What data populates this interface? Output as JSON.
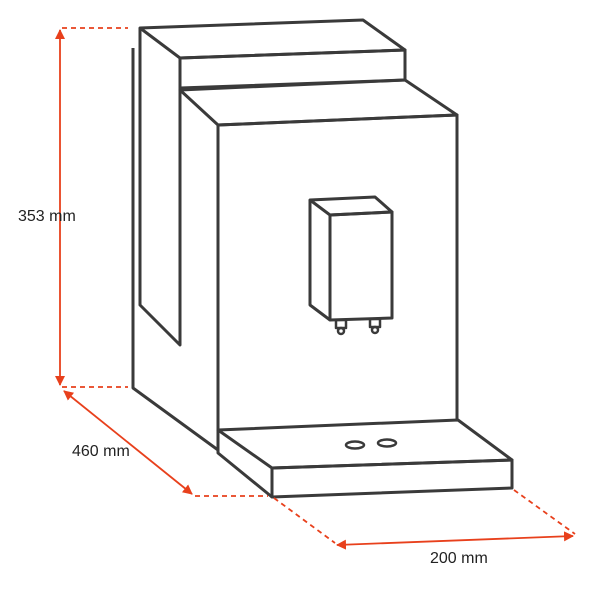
{
  "dimensions": {
    "height": "353 mm",
    "depth": "460 mm",
    "width": "200 mm"
  },
  "colors": {
    "outline": "#3a3a3a",
    "dimension": "#e8401c"
  }
}
